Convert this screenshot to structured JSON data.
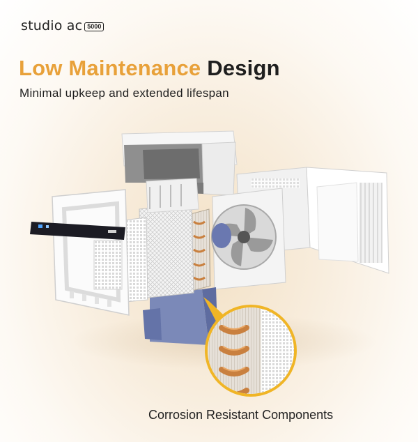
{
  "logo": {
    "brand": "studio ac",
    "model": "5000"
  },
  "headline": {
    "accent": "Low Maintenance",
    "rest": "Design"
  },
  "subhead": "Minimal upkeep and extended lifespan",
  "callout": {
    "label": "Corrosion Resistant Components"
  },
  "colors": {
    "accent": "#e8a13a",
    "text": "#1f1f1f",
    "base": "#7b89b8",
    "copper": "#c9803f"
  }
}
